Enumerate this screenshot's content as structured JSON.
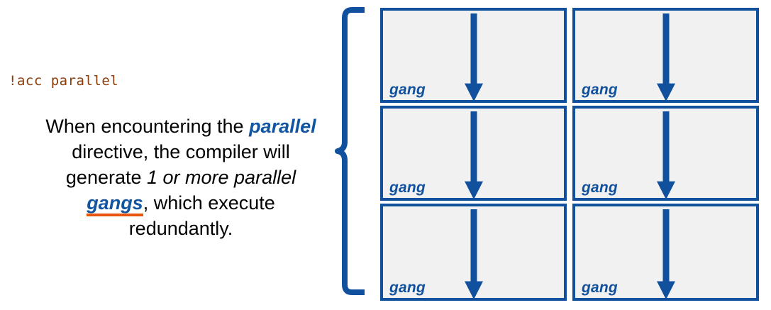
{
  "slide": {
    "code_directive": "!acc parallel",
    "description": {
      "segments": [
        {
          "text": "When encountering the ",
          "style": "plain"
        },
        {
          "text": "parallel",
          "style": "blue-bold-italic"
        },
        {
          "text": " directive, the compiler will generate ",
          "style": "plain"
        },
        {
          "text": "1 or more parallel ",
          "style": "italic"
        },
        {
          "text": "gangs",
          "style": "blue-bold-italic-underline"
        },
        {
          "text": ", which execute redundantly.",
          "style": "plain"
        }
      ],
      "full_text": "When encountering the parallel directive, the compiler will generate 1 or more parallel gangs, which execute redundantly."
    },
    "brace": {
      "icon": "left-curly-brace-icon",
      "color": "#11509c"
    },
    "gang_grid": {
      "rows": 3,
      "columns": 2,
      "cells": [
        {
          "label": "gang",
          "arrow": "down-arrow-icon"
        },
        {
          "label": "gang",
          "arrow": "down-arrow-icon"
        },
        {
          "label": "gang",
          "arrow": "down-arrow-icon"
        },
        {
          "label": "gang",
          "arrow": "down-arrow-icon"
        },
        {
          "label": "gang",
          "arrow": "down-arrow-icon"
        },
        {
          "label": "gang",
          "arrow": "down-arrow-icon"
        }
      ]
    },
    "colors": {
      "accent_blue": "#11509c",
      "code_brown": "#8c3c08",
      "underline_orange": "#e8540a",
      "box_fill": "#f1f1f1",
      "background": "#ffffff"
    }
  }
}
